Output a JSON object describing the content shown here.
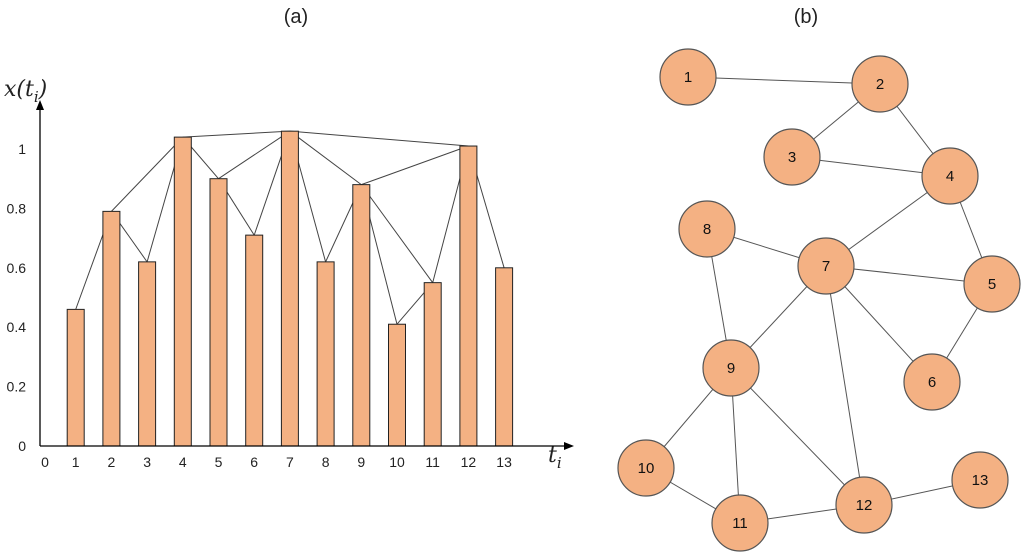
{
  "panels": {
    "a_label": "(a)",
    "b_label": "(b)"
  },
  "chart_data": {
    "type": "bar",
    "title": "",
    "ylabel_main": "x(t",
    "ylabel_sub": "i",
    "ylabel_close": ")",
    "xlabel_main": "t",
    "xlabel_sub": "i",
    "categories": [
      "1",
      "2",
      "3",
      "4",
      "5",
      "6",
      "7",
      "8",
      "9",
      "10",
      "11",
      "12",
      "13"
    ],
    "values": [
      0.46,
      0.79,
      0.62,
      1.04,
      0.9,
      0.71,
      1.06,
      0.62,
      0.88,
      0.41,
      0.55,
      1.01,
      0.6
    ],
    "x_origin_label": "0",
    "yticks": [
      "0",
      "0.2",
      "0.4",
      "0.6",
      "0.8",
      "1"
    ],
    "ylim": [
      0,
      1.1
    ],
    "grid": false,
    "visibility_edges": [
      [
        1,
        2
      ],
      [
        2,
        3
      ],
      [
        2,
        4
      ],
      [
        3,
        4
      ],
      [
        4,
        5
      ],
      [
        4,
        7
      ],
      [
        5,
        6
      ],
      [
        5,
        7
      ],
      [
        6,
        7
      ],
      [
        7,
        8
      ],
      [
        7,
        9
      ],
      [
        7,
        12
      ],
      [
        8,
        9
      ],
      [
        9,
        10
      ],
      [
        9,
        11
      ],
      [
        9,
        12
      ],
      [
        10,
        11
      ],
      [
        11,
        12
      ],
      [
        12,
        13
      ]
    ]
  },
  "network": {
    "nodes": [
      {
        "id": 1,
        "label": "1"
      },
      {
        "id": 2,
        "label": "2"
      },
      {
        "id": 3,
        "label": "3"
      },
      {
        "id": 4,
        "label": "4"
      },
      {
        "id": 5,
        "label": "5"
      },
      {
        "id": 6,
        "label": "6"
      },
      {
        "id": 7,
        "label": "7"
      },
      {
        "id": 8,
        "label": "8"
      },
      {
        "id": 9,
        "label": "9"
      },
      {
        "id": 10,
        "label": "10"
      },
      {
        "id": 11,
        "label": "11"
      },
      {
        "id": 12,
        "label": "12"
      },
      {
        "id": 13,
        "label": "13"
      }
    ],
    "edges": [
      [
        1,
        2
      ],
      [
        2,
        3
      ],
      [
        2,
        4
      ],
      [
        3,
        4
      ],
      [
        4,
        5
      ],
      [
        4,
        7
      ],
      [
        5,
        6
      ],
      [
        5,
        7
      ],
      [
        6,
        7
      ],
      [
        7,
        8
      ],
      [
        7,
        9
      ],
      [
        7,
        12
      ],
      [
        8,
        9
      ],
      [
        9,
        10
      ],
      [
        9,
        11
      ],
      [
        9,
        12
      ],
      [
        10,
        11
      ],
      [
        11,
        12
      ],
      [
        12,
        13
      ]
    ]
  }
}
